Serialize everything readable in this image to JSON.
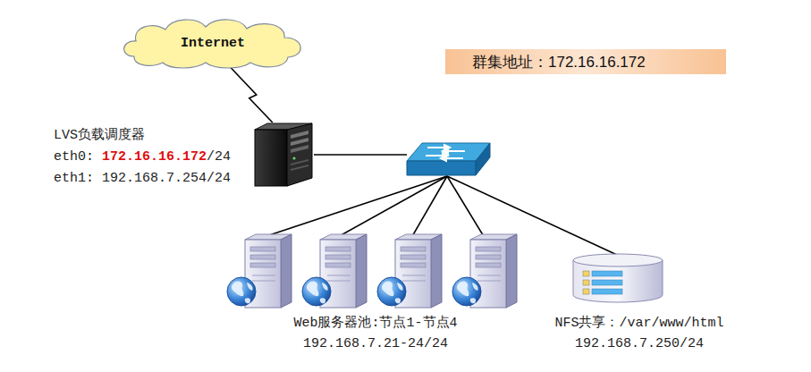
{
  "diagram": {
    "nodes": [
      {
        "text": [
          "Internet"
        ]
      },
      {
        "text": [
          "群集地址：172.16.16.172"
        ]
      },
      {
        "text": [
          "LVS负载调度器",
          "eth0:",
          "172.16.16.172",
          "/24",
          "eth1: 192.168.7.254/24"
        ]
      },
      {
        "text": [
          "Web服务器池:节点1-节点4",
          "192.168.7.21-24/24"
        ]
      },
      {
        "text": [
          "NFS共享：/var/www/html",
          "192.168.7.250/24"
        ]
      }
    ],
    "edges": [
      {
        "from": 0,
        "to": 2,
        "arrow": "none"
      }
    ]
  }
}
